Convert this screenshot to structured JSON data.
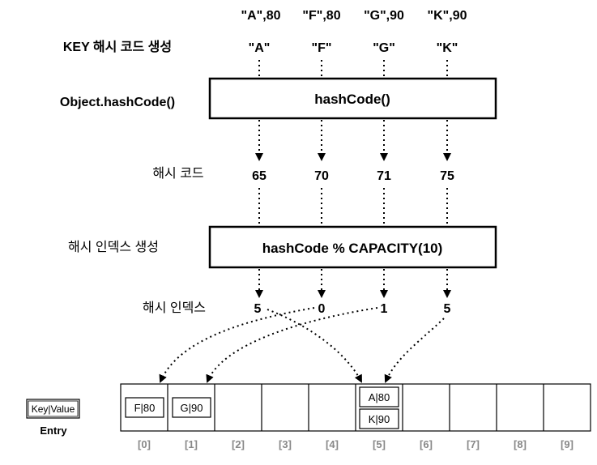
{
  "entries": [
    {
      "pair": "\"A\",80",
      "key": "\"A\"",
      "hash": "65",
      "index": "5"
    },
    {
      "pair": "\"F\",80",
      "key": "\"F\"",
      "hash": "70",
      "index": "0"
    },
    {
      "pair": "\"G\",90",
      "key": "\"G\"",
      "hash": "71",
      "index": "1"
    },
    {
      "pair": "\"K\",90",
      "key": "\"K\"",
      "hash": "75",
      "index": "5"
    }
  ],
  "row_labels": {
    "key_hash": "KEY 해시 코드 생성",
    "object_hashcode": "Object.hashCode()",
    "hash_code": "해시 코드",
    "make_index": "해시 인덱스 생성",
    "hash_index": "해시 인덱스"
  },
  "boxes": {
    "hashcode": "hashCode()",
    "modulo": "hashCode % CAPACITY(10)"
  },
  "legend": {
    "entry_label": "Key|Value",
    "caption": "Entry"
  },
  "buckets": [
    {
      "label": "[0]",
      "items": [
        "F|80"
      ]
    },
    {
      "label": "[1]",
      "items": [
        "G|90"
      ]
    },
    {
      "label": "[2]",
      "items": []
    },
    {
      "label": "[3]",
      "items": []
    },
    {
      "label": "[4]",
      "items": []
    },
    {
      "label": "[5]",
      "items": [
        "A|80",
        "K|90"
      ]
    },
    {
      "label": "[6]",
      "items": []
    },
    {
      "label": "[7]",
      "items": []
    },
    {
      "label": "[8]",
      "items": []
    },
    {
      "label": "[9]",
      "items": []
    }
  ]
}
